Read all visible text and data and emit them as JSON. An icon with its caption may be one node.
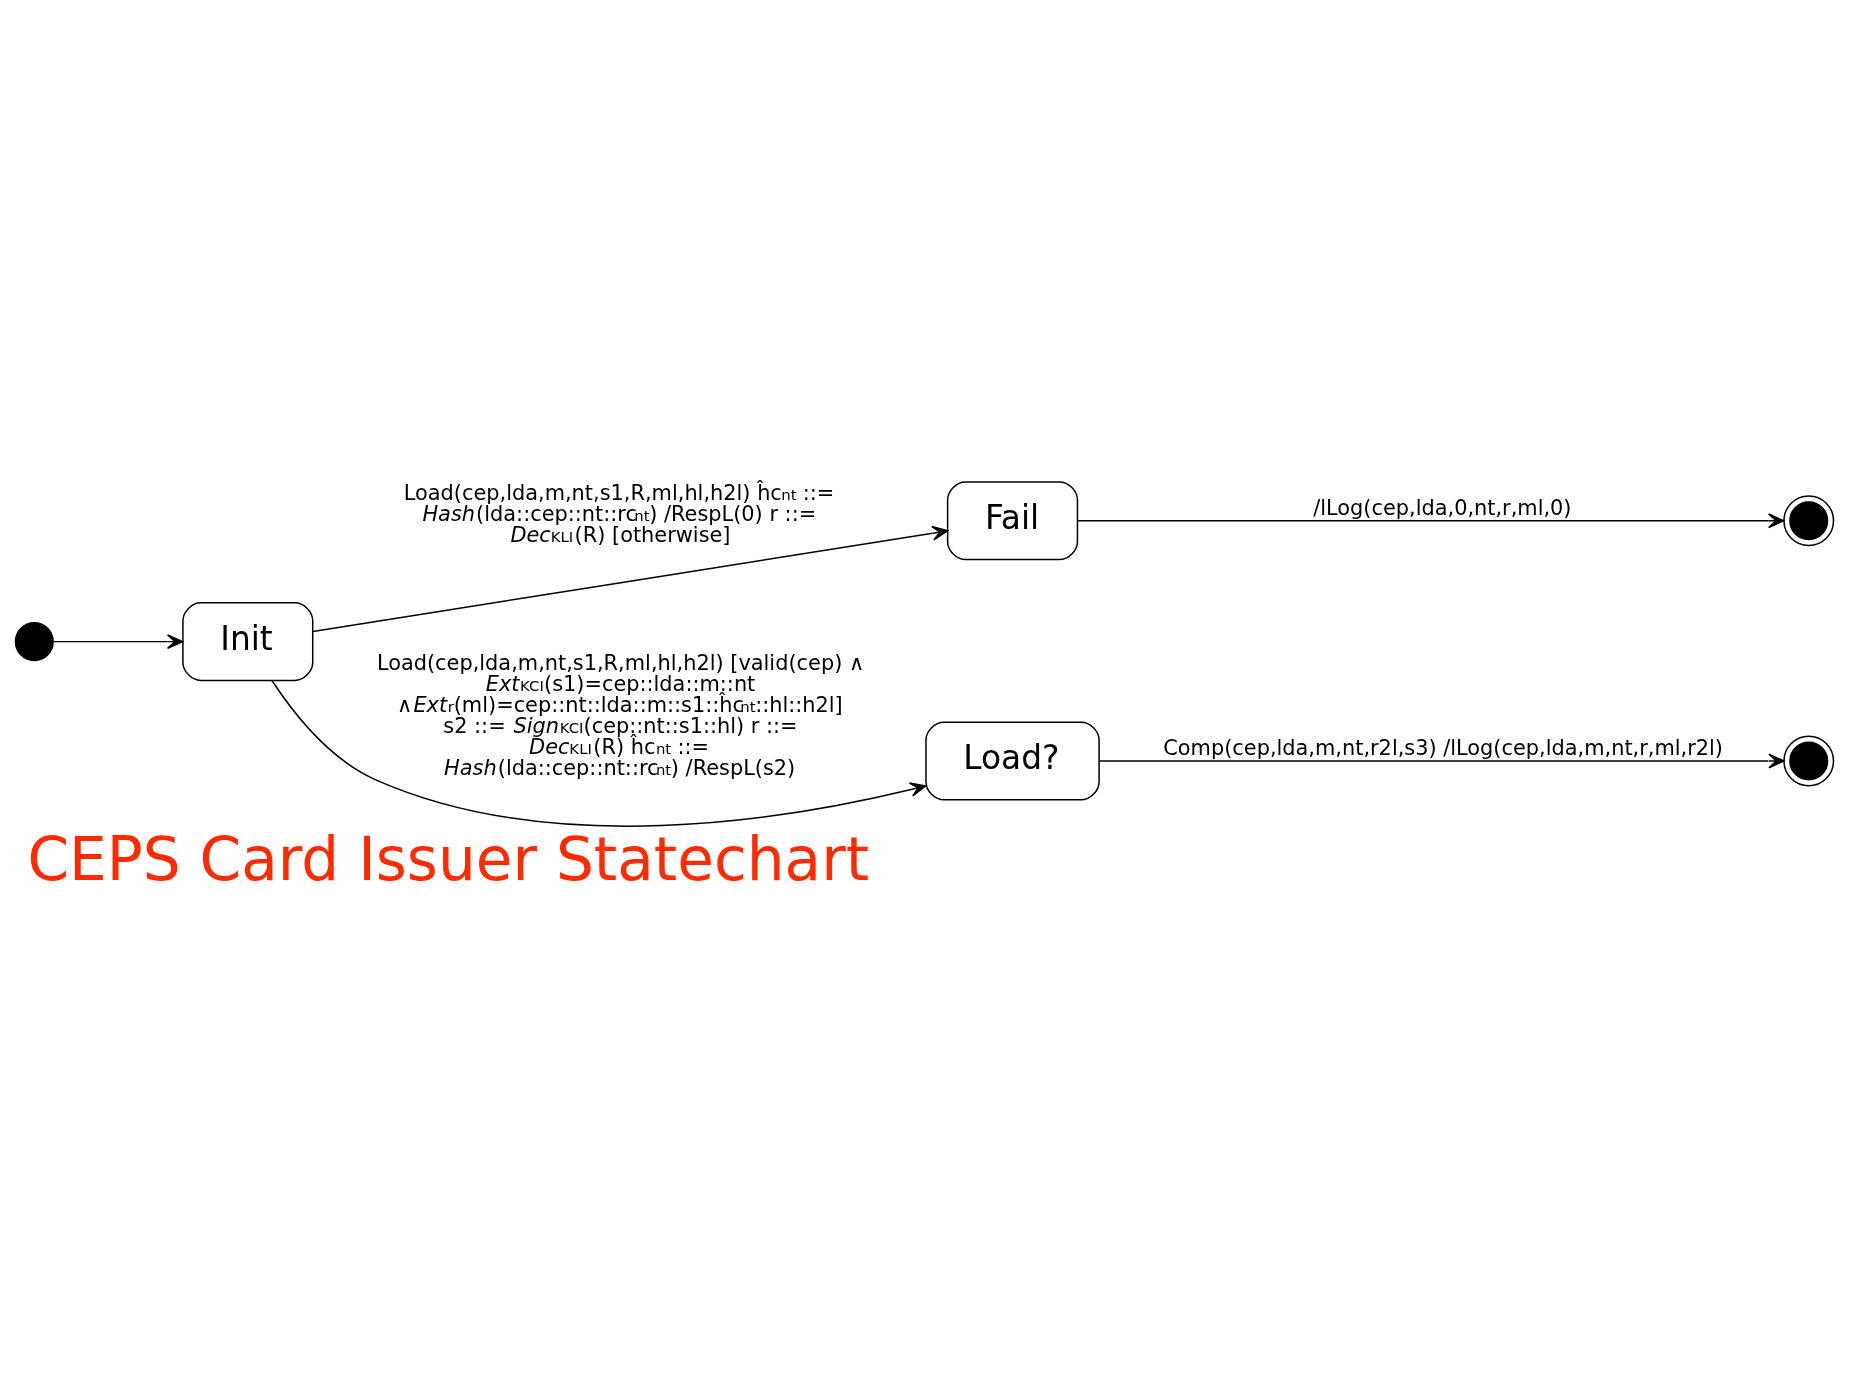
{
  "diagram": {
    "caption": "CEPS Card Issuer Statechart",
    "nodes": [
      {
        "text": [],
        "shape": "circle"
      },
      {
        "text": [
          "Init"
        ]
      },
      {
        "text": [
          "Fail"
        ]
      },
      {
        "text": [
          "Load?"
        ]
      },
      {
        "text": [],
        "shape": "circle"
      },
      {
        "text": [],
        "shape": "circle"
      }
    ],
    "edges": [
      {
        "from": 0,
        "to": 1,
        "arrow": "to"
      },
      {
        "from": 1,
        "to": 2,
        "arrow": "to",
        "label": "Load(cep,lda,m,nt,s1,R,ml,hl,h2l) ĥc$_{nt}$ ::= *Hash*(lda::cep::nt::rc$_{nt}$) /RespL(0) r ::= *Dec*$_{KLI}$(R) [otherwise]"
      },
      {
        "from": 1,
        "to": 3,
        "arrow": "to",
        "label": "Load(cep,lda,m,nt,s1,R,ml,hl,h2l) [valid(cep) ∧ *Ext*$_{KCI}$(s1)=cep::lda::m::nt ∧*Ext*$_{r}$(ml)=cep::nt::lda::m::s1::ĥc$_{nt}$::hl::h2l] s2 ::= *Sign*$_{KCI}$(cep::nt::s1::hl) r ::= *Dec*$_{KLI}$(R) ĥc$_{nt}$ ::= *Hash*(lda::cep::nt::rc$_{nt}$) /RespL(s2)"
      },
      {
        "from": 2,
        "to": 4,
        "arrow": "to",
        "label": "/lLog(cep,lda,0,nt,r,ml,0)"
      },
      {
        "from": 3,
        "to": 5,
        "arrow": "to",
        "label": "Comp(cep,lda,m,nt,r2l,s3) /lLog(cep,lda,m,nt,r,ml,r2l)"
      }
    ]
  }
}
